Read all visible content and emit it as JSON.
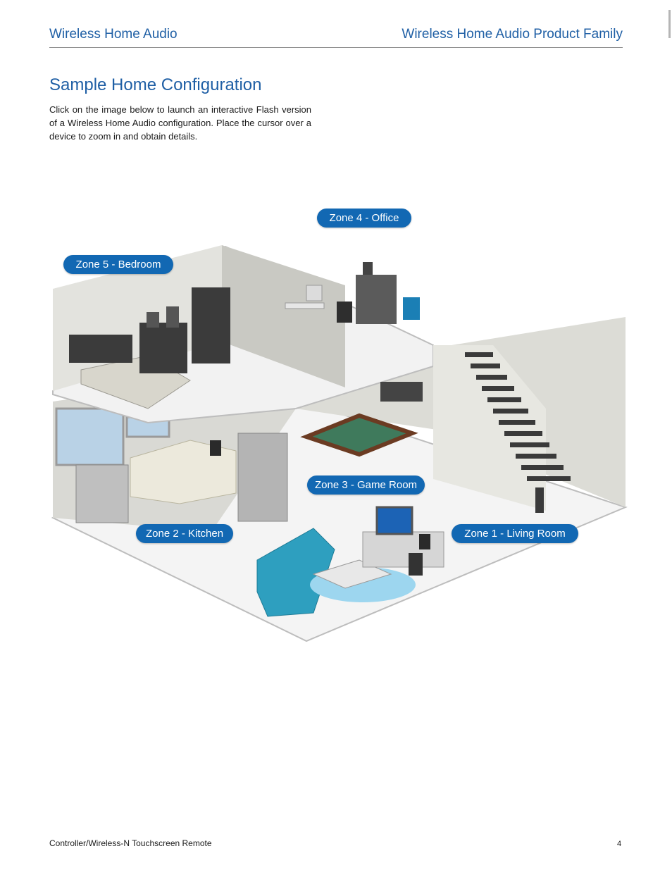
{
  "header": {
    "left": "Wireless Home Audio",
    "right": "Wireless Home Audio Product Family"
  },
  "main": {
    "title": "Sample Home Configuration",
    "intro": "Click on the image below to launch an interactive Flash version of a Wireless Home Audio configuration. Place the cursor over a device to zoom in and obtain details."
  },
  "zones": {
    "office": "Zone 4 - Office",
    "bedroom": "Zone 5 - Bedroom",
    "game_room": "Zone 3 - Game Room",
    "kitchen": "Zone 2 - Kitchen",
    "living_room": "Zone 1 - Living Room"
  },
  "footer": {
    "product": "Controller/Wireless-N Touchscreen Remote",
    "page_number": "4"
  },
  "colors": {
    "accent": "#1f5fa5",
    "zone_badge": "#1268b3"
  }
}
